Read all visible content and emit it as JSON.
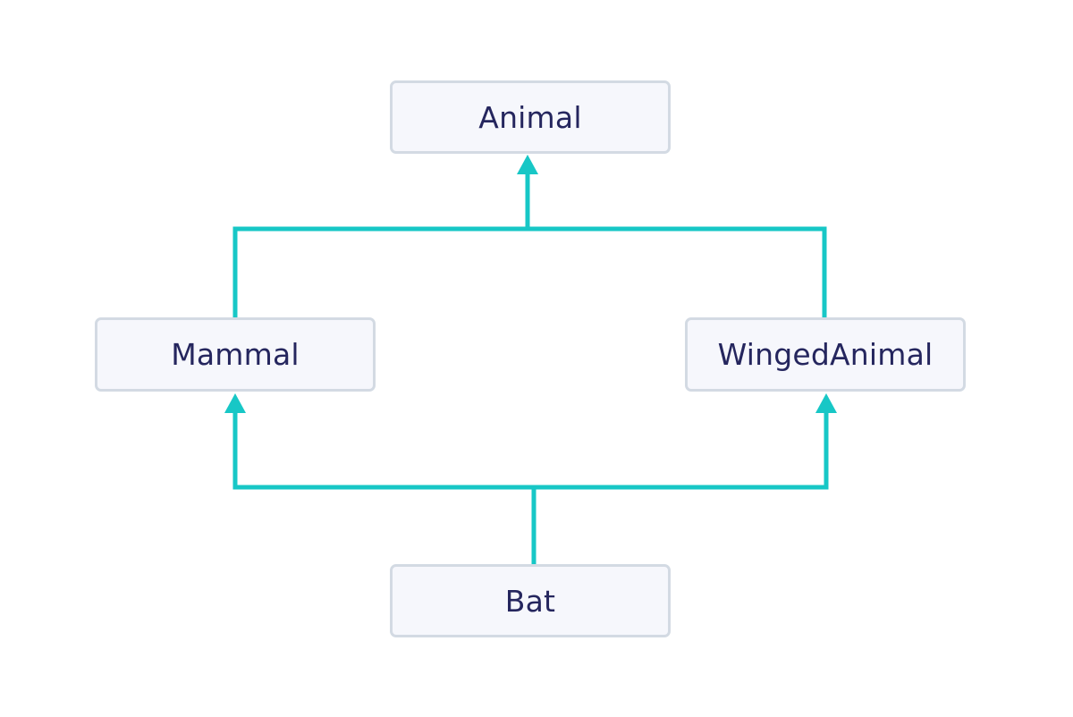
{
  "diagram": {
    "nodes": {
      "animal": "Animal",
      "mammal": "Mammal",
      "winged_animal": "WingedAnimal",
      "bat": "Bat"
    },
    "edges": [
      {
        "from": "mammal",
        "to": "animal"
      },
      {
        "from": "winged_animal",
        "to": "animal"
      },
      {
        "from": "bat",
        "to": "mammal"
      },
      {
        "from": "bat",
        "to": "winged_animal"
      }
    ],
    "colors": {
      "connector": "#17c7c6",
      "node_fill": "#f6f7fc",
      "node_border": "#d3dae3",
      "text": "#25265e"
    }
  }
}
